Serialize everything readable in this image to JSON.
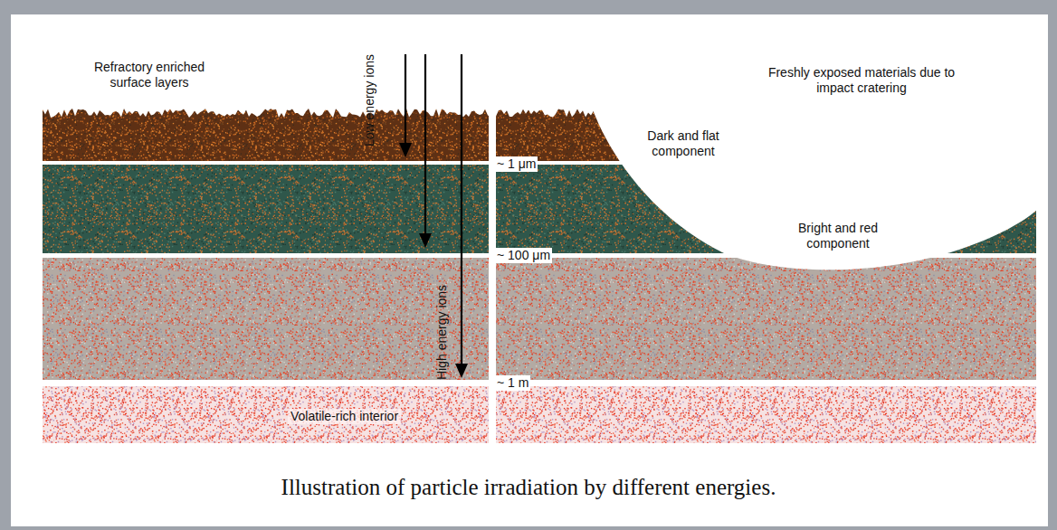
{
  "diagram": {
    "caption": "Illustration of particle irradiation by different energies.",
    "labels": [
      "Refractory enriched surface layers",
      "~ 1 μm",
      "~ 100 μm",
      "~ 1 m",
      "Volatile-rich interior",
      "Low energy ions",
      "High energy ions",
      "Freshly exposed materials due to impact cratering",
      "Dark and flat component",
      "Bright and red component"
    ]
  }
}
